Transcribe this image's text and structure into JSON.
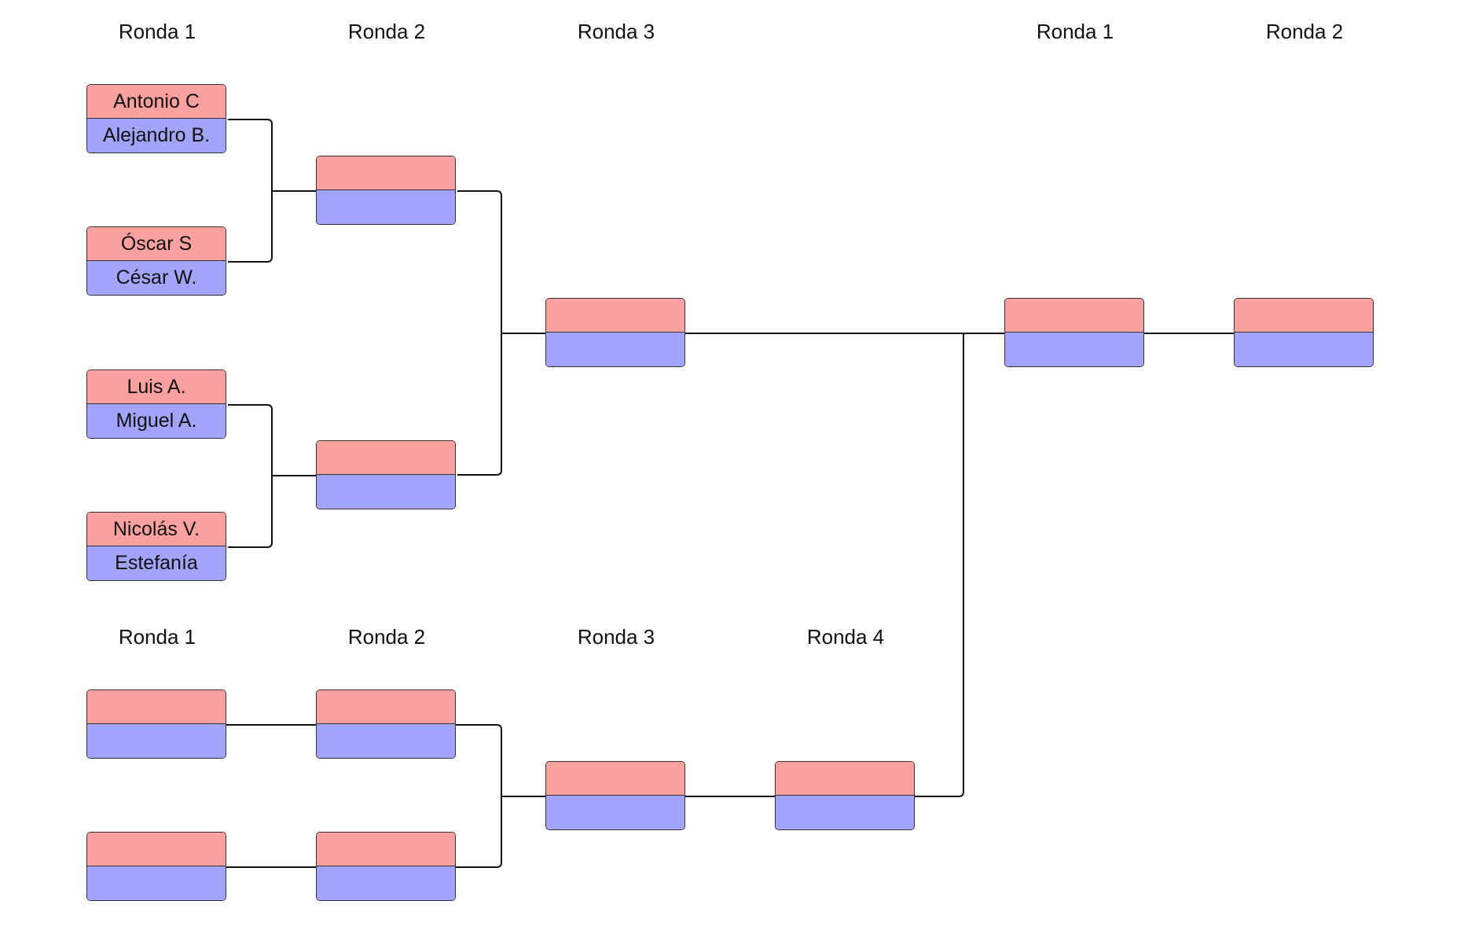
{
  "colors": {
    "slot_top": "#fca0a0",
    "slot_bottom": "#a2a3fb",
    "line": "#111111",
    "border": "#333333"
  },
  "headers": {
    "upper": [
      "Ronda 1",
      "Ronda 2",
      "Ronda 3"
    ],
    "final": [
      "Ronda 1",
      "Ronda 2"
    ],
    "lower": [
      "Ronda 1",
      "Ronda 2",
      "Ronda 3",
      "Ronda 4"
    ]
  },
  "upper": {
    "r1": [
      {
        "top": "Antonio C",
        "bottom": "Alejandro B."
      },
      {
        "top": "Óscar S",
        "bottom": "César W."
      },
      {
        "top": "Luis A.",
        "bottom": "Miguel A."
      },
      {
        "top": "Nicolás V.",
        "bottom": "Estefanía"
      }
    ],
    "r2": [
      {
        "top": "",
        "bottom": ""
      },
      {
        "top": "",
        "bottom": ""
      }
    ],
    "r3": [
      {
        "top": "",
        "bottom": ""
      }
    ]
  },
  "final": {
    "r1": [
      {
        "top": "",
        "bottom": ""
      }
    ],
    "r2": [
      {
        "top": "",
        "bottom": ""
      }
    ]
  },
  "lower": {
    "r1": [
      {
        "top": "",
        "bottom": ""
      },
      {
        "top": "",
        "bottom": ""
      }
    ],
    "r2": [
      {
        "top": "",
        "bottom": ""
      },
      {
        "top": "",
        "bottom": ""
      }
    ],
    "r3": [
      {
        "top": "",
        "bottom": ""
      }
    ],
    "r4": [
      {
        "top": "",
        "bottom": ""
      }
    ]
  }
}
